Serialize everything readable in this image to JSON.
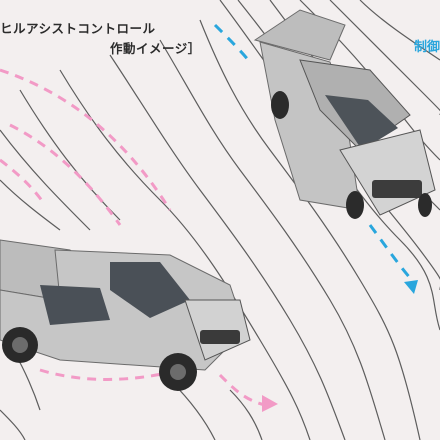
{
  "caption": {
    "line1": "ヒルアシストコントロール",
    "line2": "作動イメージ］"
  },
  "blue_label": "制御",
  "colors": {
    "background": "#f3efef",
    "slope_lines": "#5a5a5a",
    "blue_path": "#29a6dd",
    "pink_path": "#f29ac6",
    "truck_body": "#c9c9c9"
  }
}
